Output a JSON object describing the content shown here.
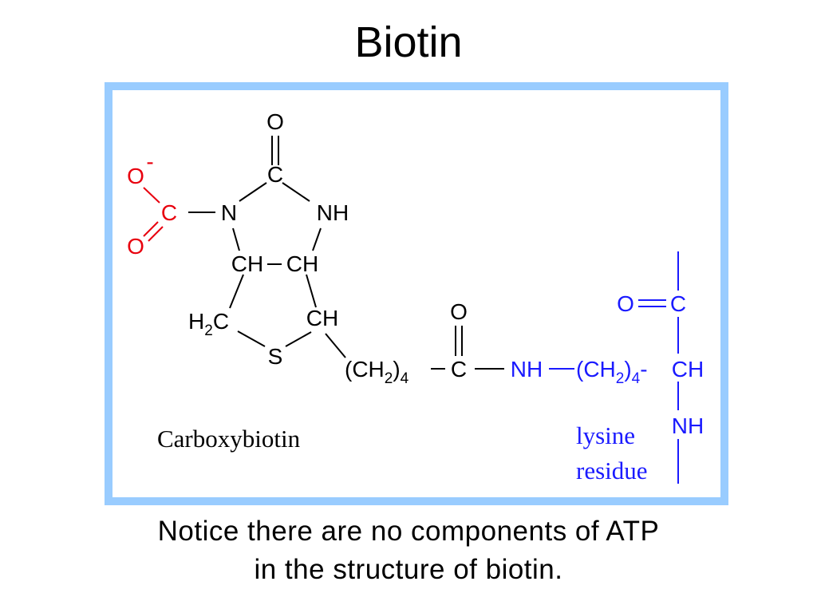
{
  "slide": {
    "title": "Biotin",
    "caption_line1": "Notice there are no components of ATP",
    "caption_line2": "in the structure of biotin."
  },
  "colors": {
    "frame": "#99ccff",
    "carboxyl": "#e8000e",
    "lysine": "#1a1aff",
    "bond": "#000000"
  },
  "molecule": {
    "name_label": "Carboxybiotin",
    "lysine_label_line1": "lysine",
    "lysine_label_line2": "residue",
    "atoms": {
      "o_top": "O",
      "c_carbonyl": "C",
      "n_left": "N",
      "nh_right": "NH",
      "ch_left": "CH",
      "ch_right": "CH",
      "h2c": "H",
      "h2c_sub": "2",
      "h2c_c": "C",
      "ch_ring": "CH",
      "s": "S",
      "o_minus": "O",
      "minus": "-",
      "c_carboxyl": "C",
      "o_carboxyl": "O",
      "ch2_open": "(CH",
      "ch2_sub": "2",
      "ch2_close": ")",
      "ch2_count": "4",
      "o_amide": "O",
      "c_amide": "C",
      "nh_amide": "NH",
      "lys_ch2_open": "(CH",
      "lys_ch2_sub": "2",
      "lys_ch2_close": ")",
      "lys_ch2_count": "4",
      "lys_dash": "-",
      "lys_ch": "CH",
      "lys_o": "O",
      "lys_c": "C",
      "lys_nh": "NH"
    }
  }
}
